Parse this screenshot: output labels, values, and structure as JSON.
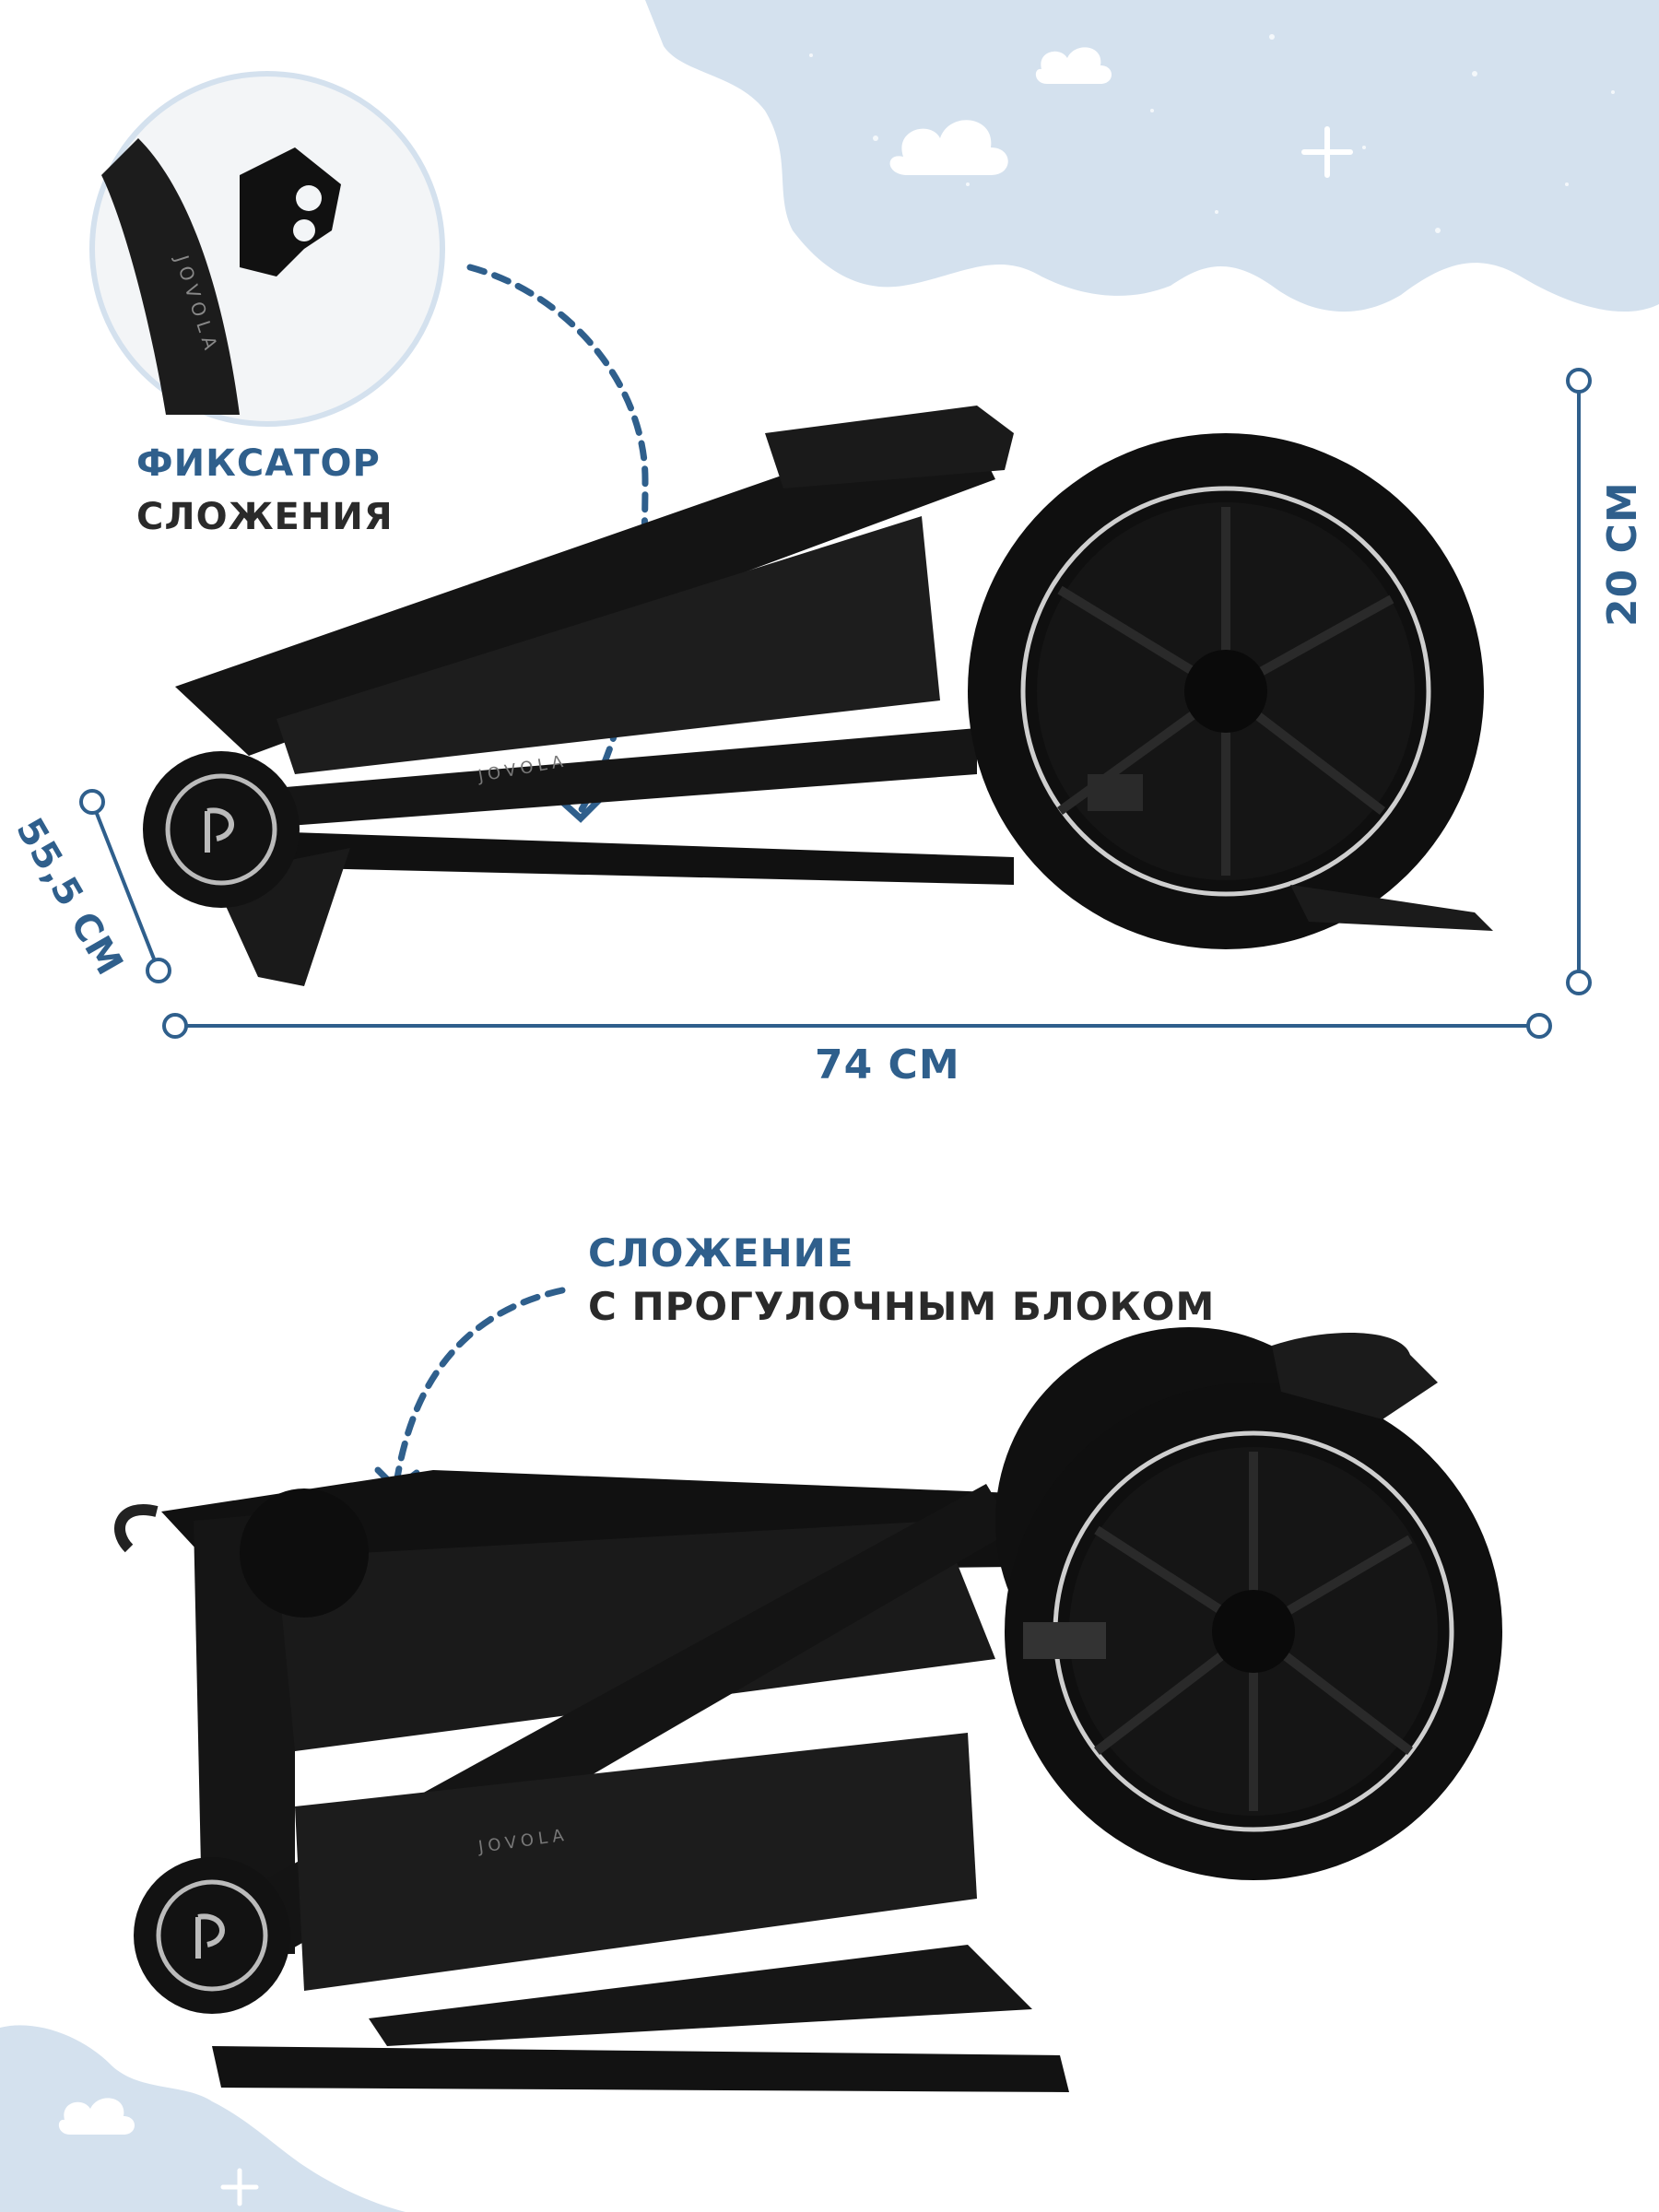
{
  "labels": {
    "lock_line1": "ФИКСАТОР",
    "lock_line2": "СЛОЖЕНИЯ",
    "width": "74 СМ",
    "height": "20 СМ",
    "depth": "55,5 СМ",
    "fold_line1": "СЛОЖЕНИЕ",
    "fold_line2": "С ПРОГУЛОЧНЫМ БЛОКОМ"
  },
  "brand": "JOVOLA",
  "colors": {
    "accent_blue": "#2f5f8c",
    "cloud": "#d4e1ee",
    "frame": "#141414",
    "text_dark": "#2a2a2a"
  }
}
